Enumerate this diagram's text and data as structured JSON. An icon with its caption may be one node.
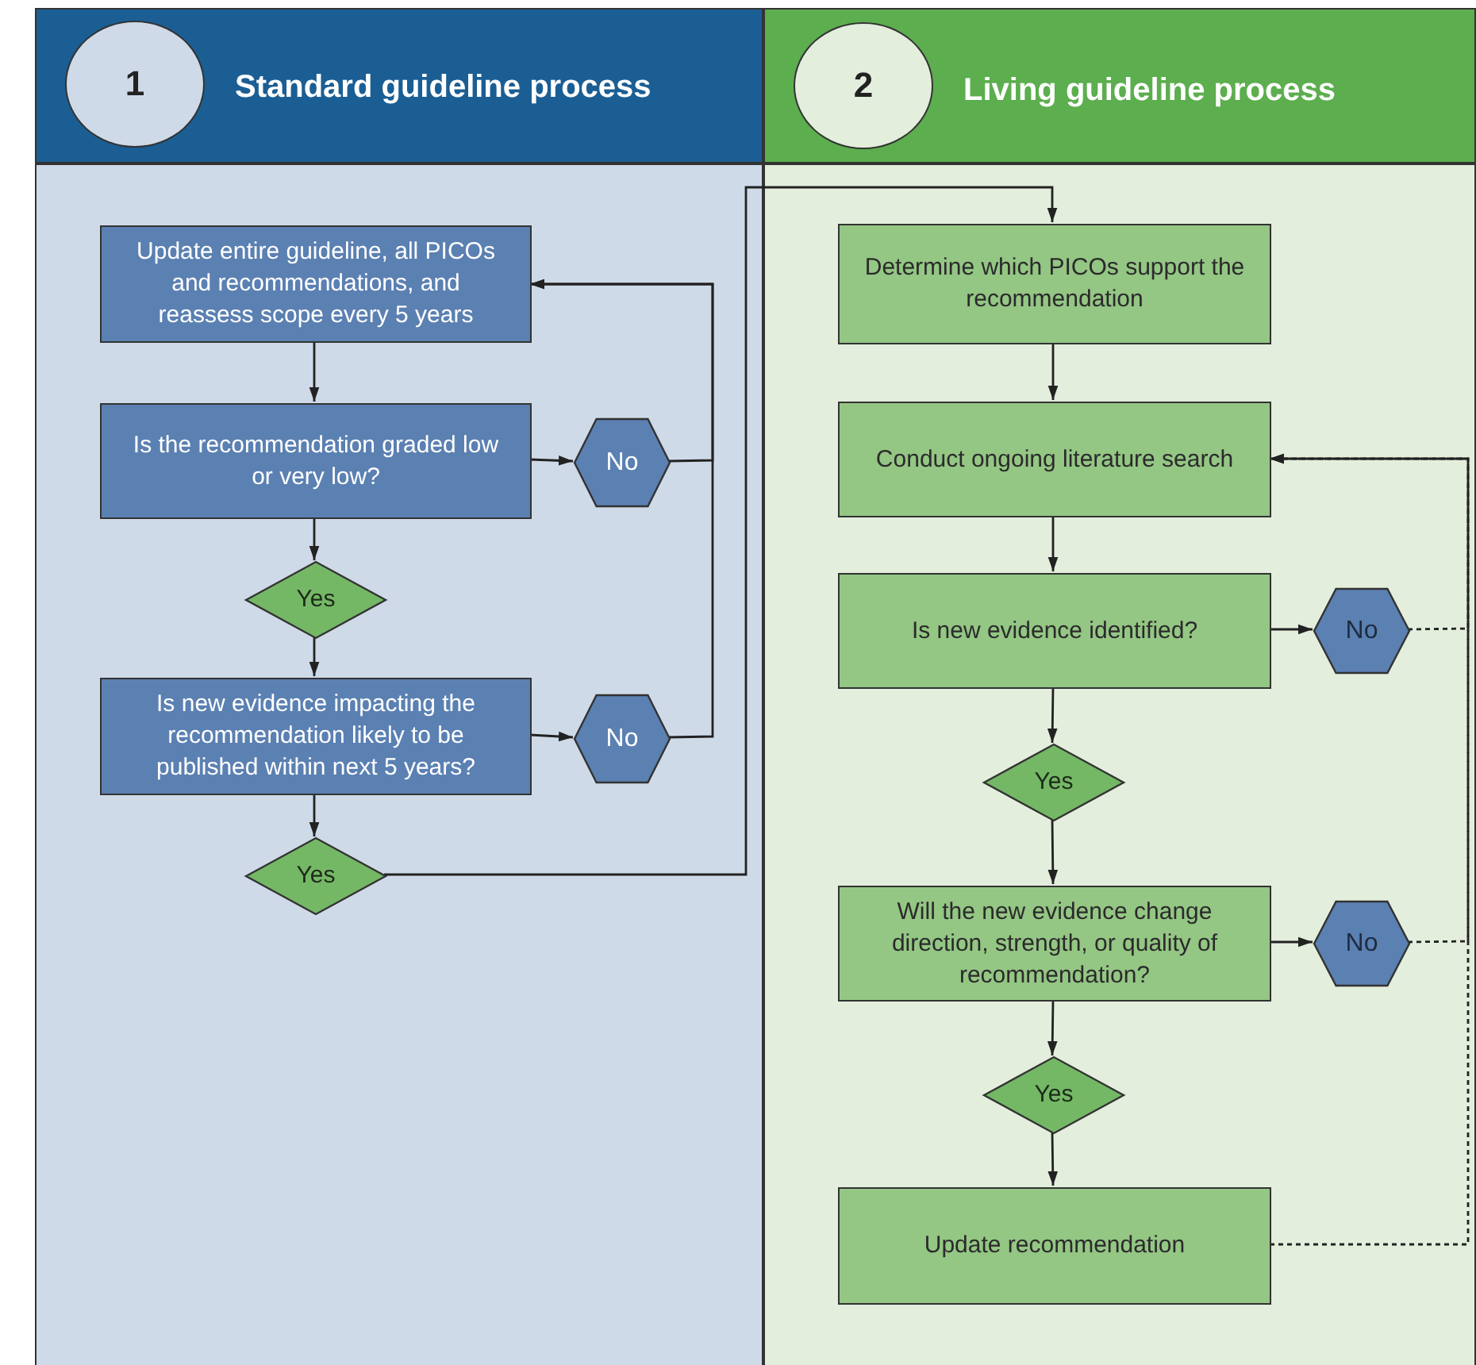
{
  "diagram": {
    "nodes": [
      {
        "text": [
          "Standard guideline process"
        ]
      },
      {
        "text": [
          "1"
        ],
        "in": 0
      },
      {
        "text": [
          "Update entire guideline, all PICOs and recommendations, and reassess scope every 5 years"
        ],
        "in": 0
      },
      {
        "text": [
          "Is the recommendation graded low or very low?"
        ],
        "in": 0
      },
      {
        "text": [
          "No"
        ],
        "in": 0
      },
      {
        "text": [
          "Yes"
        ],
        "in": 0
      },
      {
        "text": [
          "Is new evidence impacting the recommendation likely to be published within next 5 years?"
        ],
        "in": 0
      },
      {
        "text": [
          "No"
        ],
        "in": 0
      },
      {
        "text": [
          "Yes"
        ],
        "in": 0
      },
      {
        "text": [
          "Living guideline process"
        ]
      },
      {
        "text": [
          "2"
        ],
        "in": 9
      },
      {
        "text": [
          "Determine which PICOs support the recommendation"
        ],
        "in": 9
      },
      {
        "text": [
          "Conduct ongoing literature search"
        ],
        "in": 9
      },
      {
        "text": [
          "Is new evidence identified?"
        ],
        "in": 9
      },
      {
        "text": [
          "No"
        ],
        "in": 9
      },
      {
        "text": [
          "Yes"
        ],
        "in": 9
      },
      {
        "text": [
          "Will the new evidence change direction, strength, or quality of recommendation?"
        ],
        "in": 9
      },
      {
        "text": [
          "No"
        ],
        "in": 9
      },
      {
        "text": [
          "Yes"
        ],
        "in": 9
      },
      {
        "text": [
          "Update recommendation"
        ],
        "in": 9
      }
    ],
    "edges": [
      {
        "from": 2,
        "to": 3,
        "arrow": "to"
      },
      {
        "from": 3,
        "to": 4,
        "arrow": "to"
      },
      {
        "from": 4,
        "to": 2,
        "arrow": "to"
      },
      {
        "from": 3,
        "to": 5,
        "arrow": "to"
      },
      {
        "from": 5,
        "to": 6,
        "arrow": "to"
      },
      {
        "from": 6,
        "to": 7,
        "arrow": "to"
      },
      {
        "from": 7,
        "to": 2,
        "arrow": "to"
      },
      {
        "from": 6,
        "to": 8,
        "arrow": "to"
      },
      {
        "from": 8,
        "to": 11,
        "arrow": "to"
      },
      {
        "from": 11,
        "to": 12,
        "arrow": "to"
      },
      {
        "from": 12,
        "to": 13,
        "arrow": "to"
      },
      {
        "from": 13,
        "to": 14,
        "arrow": "to"
      },
      {
        "from": 14,
        "to": 12,
        "arrow": "to",
        "style": "dashed"
      },
      {
        "from": 13,
        "to": 15,
        "arrow": "to"
      },
      {
        "from": 15,
        "to": 16,
        "arrow": "to"
      },
      {
        "from": 16,
        "to": 17,
        "arrow": "to"
      },
      {
        "from": 17,
        "to": 12,
        "arrow": "to",
        "style": "dashed"
      },
      {
        "from": 16,
        "to": 18,
        "arrow": "to"
      },
      {
        "from": 18,
        "to": 19,
        "arrow": "to"
      },
      {
        "from": 19,
        "to": 12,
        "arrow": "to",
        "style": "dashed"
      }
    ]
  }
}
